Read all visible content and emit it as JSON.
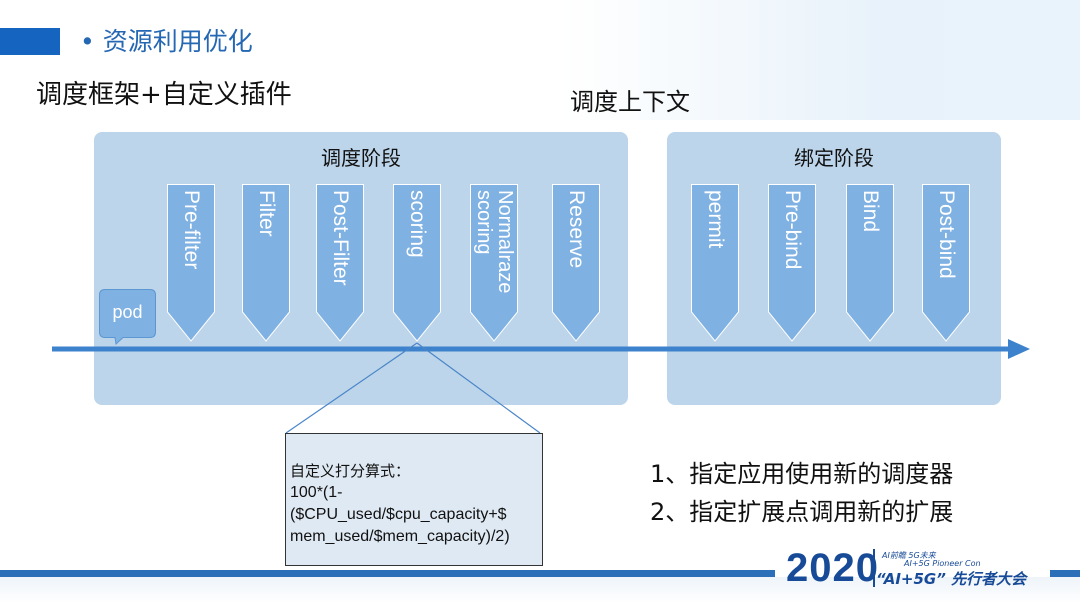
{
  "slide": {
    "section_title": "• 资源利用优化",
    "heading_left": "调度框架+自定义插件",
    "heading_right": "调度上下文"
  },
  "phases": {
    "scheduling": {
      "label": "调度阶段"
    },
    "binding": {
      "label": "绑定阶段"
    }
  },
  "scheduling_steps": [
    "Pre-filter",
    "Filter",
    "Post-Filter",
    "scoring",
    "Normalraze\nscoring",
    "Reserve"
  ],
  "binding_steps": [
    "permit",
    "Pre-bind",
    "Bind",
    "Post-bind"
  ],
  "pod": {
    "label": "pod"
  },
  "formula": {
    "title": "自定义打分算式：",
    "lines": [
      "100*(1-",
      "($CPU_used/$cpu_capacity+$",
      "mem_used/$mem_capacity)/2)"
    ]
  },
  "notes": [
    "1、指定应用使用新的调度器",
    "2、指定扩展点调用新的扩展"
  ],
  "logo": {
    "year": "2020",
    "line1": "AI前瞻 5G未来",
    "line2": "AI+5G Pioneer Con",
    "main": "“AI+5G” 先行者大会"
  },
  "colors": {
    "accent": "#1565c0",
    "phase_bg": "#bdd5ea",
    "step_fill": "#7fb1e3",
    "arrow": "#3d82cc",
    "title_blue": "#2467b3"
  }
}
